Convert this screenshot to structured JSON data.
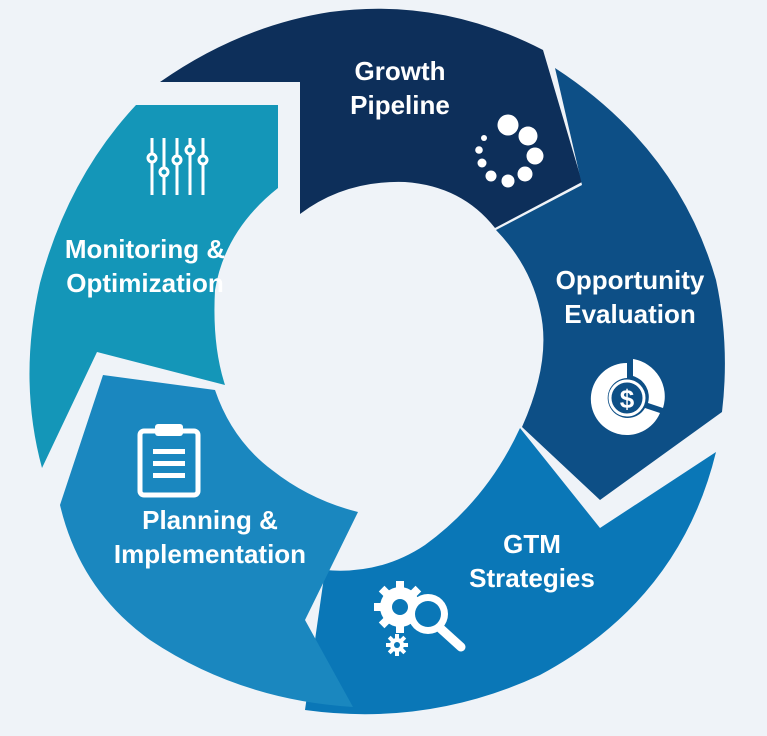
{
  "background": "#eff3f8",
  "cycle": {
    "segments": [
      {
        "id": "growth-pipeline",
        "lines": [
          "Growth",
          "Pipeline"
        ],
        "color": "#0d2f5a",
        "icon": "loading-dots-icon"
      },
      {
        "id": "opportunity-evaluation",
        "lines": [
          "Opportunity",
          "Evaluation"
        ],
        "color": "#0d4f86",
        "icon": "dollar-donut-chart-icon"
      },
      {
        "id": "gtm-strategies",
        "lines": [
          "GTM",
          "Strategies"
        ],
        "color": "#0a77b7",
        "icon": "gear-magnifier-icon"
      },
      {
        "id": "planning-implementation",
        "lines": [
          "Planning &",
          "Implementation"
        ],
        "color": "#1a87bf",
        "icon": "clipboard-icon"
      },
      {
        "id": "monitoring-optimization",
        "lines": [
          "Monitoring &",
          "Optimization"
        ],
        "color": "#1496b8",
        "icon": "equalizer-sliders-icon"
      }
    ]
  }
}
